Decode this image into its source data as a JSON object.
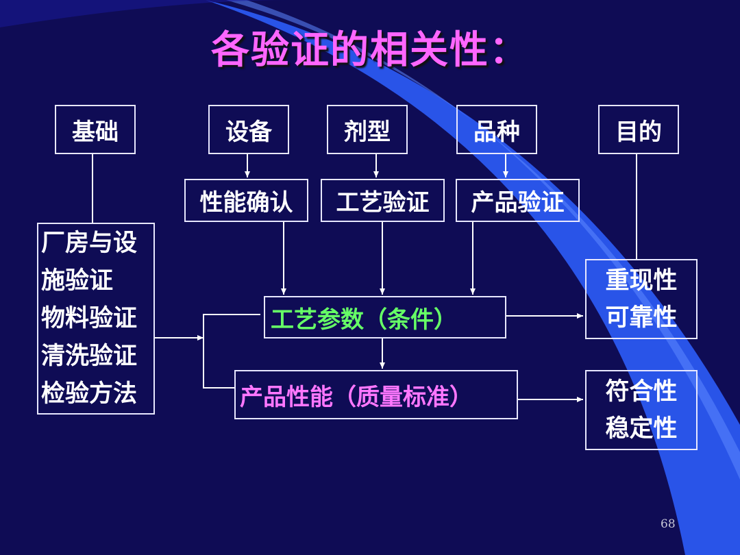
{
  "title": "各验证的相关性：",
  "top_row": [
    "基础",
    "设备",
    "剂型",
    "品种",
    "目的"
  ],
  "validations": [
    "性能确认",
    "工艺验证",
    "产品验证"
  ],
  "basis_list": [
    "厂房与设",
    "施验证",
    "物料验证",
    "清洗验证",
    "检验方法"
  ],
  "process_params": "工艺参数（条件）",
  "product_performance": "产品性能（质量标准）",
  "goals": {
    "repro": [
      "重现性",
      "可靠性"
    ],
    "conform": [
      "符合性",
      "稳定性"
    ]
  },
  "page_number": "68",
  "colors": {
    "background": "#0f0c55",
    "title": "#ff66ff",
    "params_text": "#66ff66",
    "product_text": "#ff77ff",
    "lines": "#ffffff"
  }
}
